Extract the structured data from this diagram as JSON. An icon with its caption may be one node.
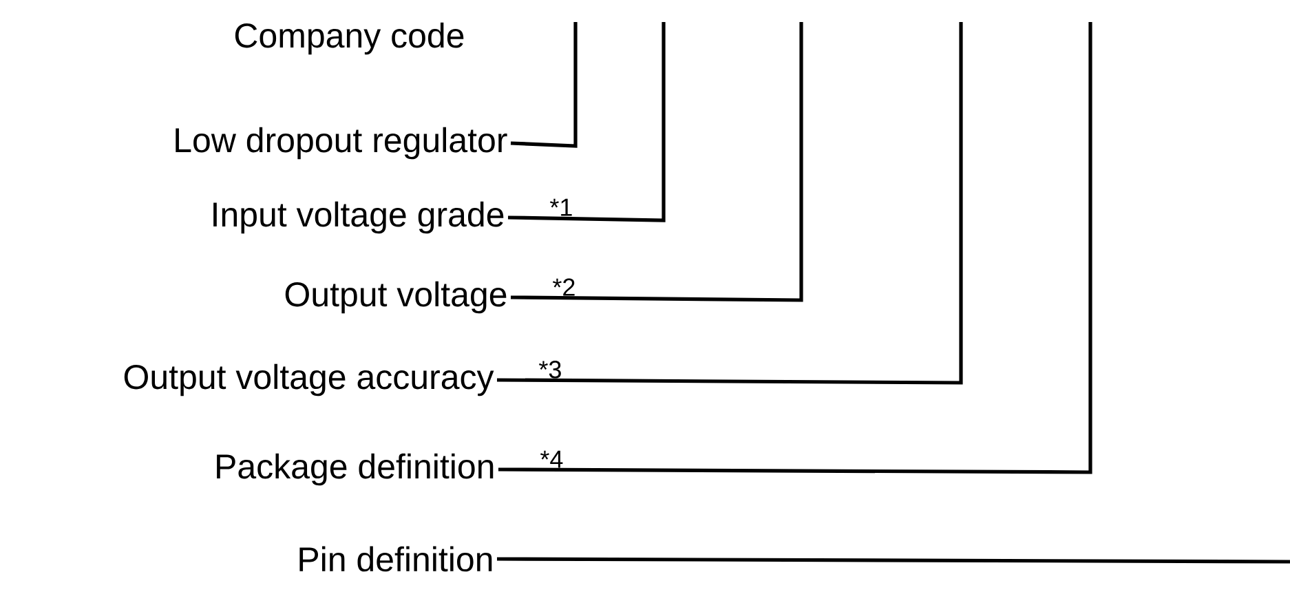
{
  "diagram": {
    "nodes": [
      {
        "text": [
          "Low dropout regulator"
        ]
      },
      {
        "text": [
          "Input voltage grade"
        ]
      },
      {
        "text": [
          "Output voltage"
        ]
      },
      {
        "text": [
          "Output voltage accuracy"
        ]
      },
      {
        "text": [
          "Package definition"
        ]
      },
      {
        "text": [
          "Pin definition"
        ]
      }
    ],
    "edges": [
      {
        "from": 0,
        "to": null,
        "arrow": "none"
      },
      {
        "from": 1,
        "to": null,
        "arrow": "none",
        "label": "*1"
      },
      {
        "from": 2,
        "to": null,
        "arrow": "none",
        "label": "*2"
      },
      {
        "from": 3,
        "to": null,
        "arrow": "none",
        "label": "*3"
      },
      {
        "from": 4,
        "to": null,
        "arrow": "none",
        "label": "*4"
      },
      {
        "from": 5,
        "to": null,
        "arrow": "none"
      }
    ],
    "labels": [
      "Company code"
    ]
  }
}
